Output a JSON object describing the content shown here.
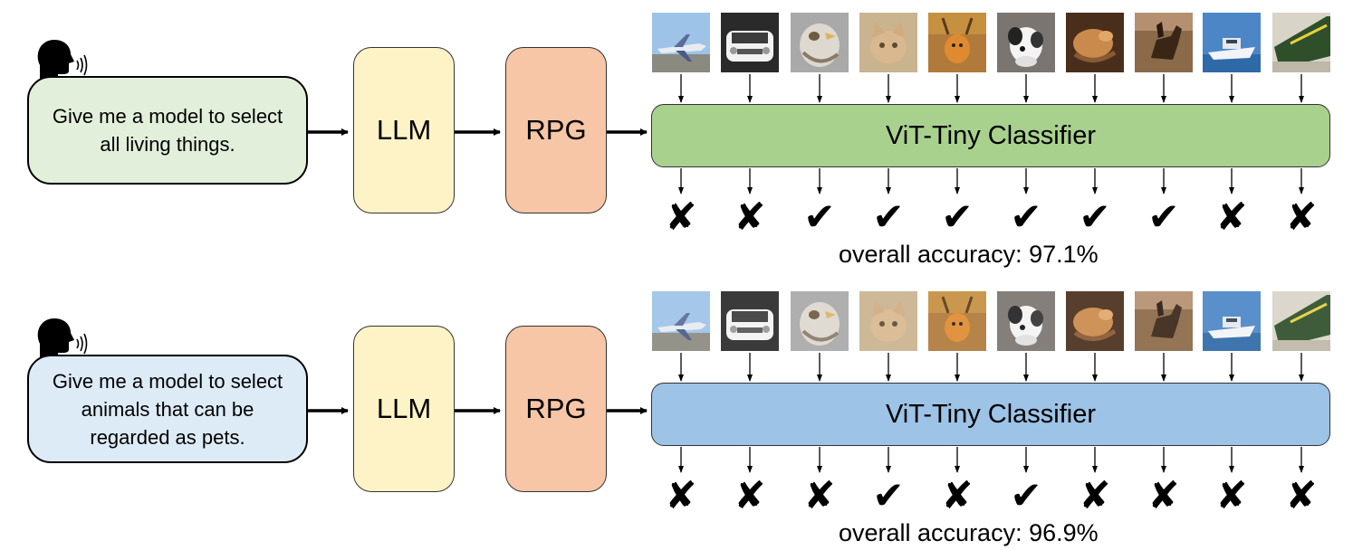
{
  "rows": [
    {
      "prompt": "Give me a model to select all living things.",
      "llm_label": "LLM",
      "rpg_label": "RPG",
      "classifier_label": "ViT-Tiny Classifier",
      "classifier_color": "#a9d18e",
      "prompt_color": "#e2efda",
      "marks": [
        "✘",
        "✘",
        "✔",
        "✔",
        "✔",
        "✔",
        "✔",
        "✔",
        "✘",
        "✘"
      ],
      "accuracy": "overall accuracy: 97.1%"
    },
    {
      "prompt": "Give me a model to select animals that can be regarded as pets.",
      "llm_label": "LLM",
      "rpg_label": "RPG",
      "classifier_label": "ViT-Tiny Classifier",
      "classifier_color": "#9dc3e6",
      "prompt_color": "#ddebf7",
      "marks": [
        "✘",
        "✘",
        "✘",
        "✔",
        "✘",
        "✔",
        "✘",
        "✘",
        "✘",
        "✘"
      ],
      "accuracy": "overall accuracy: 96.9%"
    }
  ],
  "thumbnails": [
    "airplane",
    "automobile",
    "bird",
    "cat",
    "deer",
    "dog",
    "frog",
    "horse",
    "ship",
    "truck"
  ],
  "colors": {
    "llm": "#fdf3c6",
    "rpg": "#f7c6a6",
    "arrow": "#000000"
  }
}
